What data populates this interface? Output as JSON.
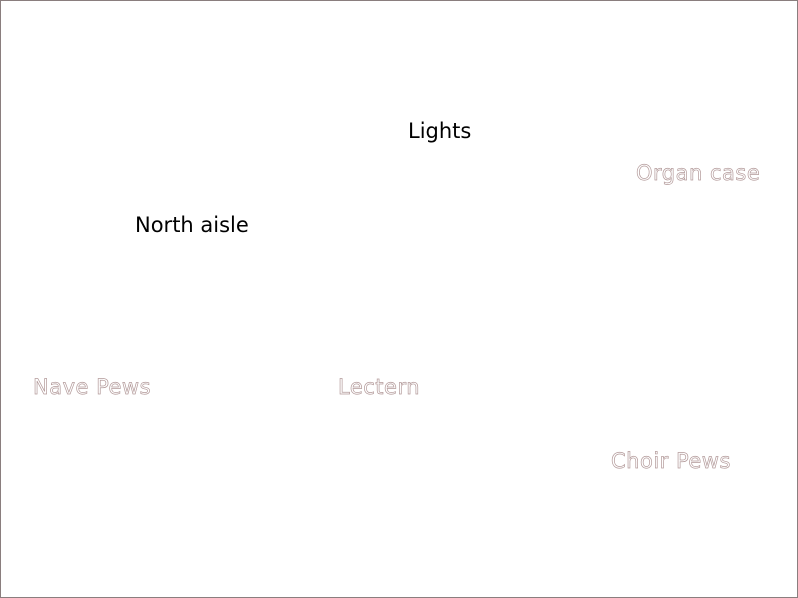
{
  "labels": {
    "lights": "Lights",
    "north_aisle": "North aisle",
    "organ_case": "Organ case",
    "nave_pews": "Nave Pews",
    "lectern": "Lectern",
    "choir_pews": "Choir Pews"
  },
  "colors": {
    "frame_border": "#8a7e7e",
    "solid_text": "#000000",
    "outline_text_stroke": "#b39a9a",
    "background": "#ffffff"
  }
}
